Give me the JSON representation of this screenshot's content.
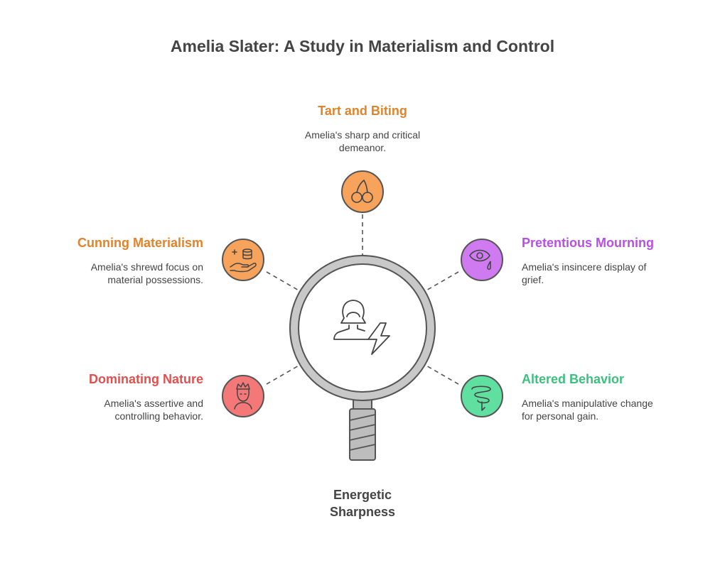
{
  "title": "Amelia Slater: A Study in Materialism and Control",
  "center": {
    "label_line1": "Energetic",
    "label_line2": "Sharpness",
    "icon": "woman-lightning-icon"
  },
  "items": [
    {
      "heading": "Tart and Biting",
      "desc_line1": "Amelia's sharp and critical",
      "desc_line2": "demeanor.",
      "color": "#E0832B",
      "fill": "#F7A35C",
      "icon": "cherries-icon"
    },
    {
      "heading": "Cunning Materialism",
      "desc_line1": "Amelia's shrewd focus on",
      "desc_line2": "material possessions.",
      "color": "#E0832B",
      "fill": "#F7A35C",
      "icon": "hand-coins-icon"
    },
    {
      "heading": "Pretentious Mourning",
      "desc_line1": "Amelia's insincere display of",
      "desc_line2": "grief.",
      "color": "#B84FE3",
      "fill": "#D07AF2",
      "icon": "eye-tear-icon"
    },
    {
      "heading": "Dominating Nature",
      "desc_line1": "Amelia's assertive and",
      "desc_line2": "controlling behavior.",
      "color": "#E0504F",
      "fill": "#F57878",
      "icon": "queen-icon"
    },
    {
      "heading": "Altered Behavior",
      "desc_line1": "Amelia's manipulative change",
      "desc_line2": "for personal gain.",
      "color": "#3DBF7E",
      "fill": "#5FE0A0",
      "icon": "snake-icon"
    }
  ]
}
